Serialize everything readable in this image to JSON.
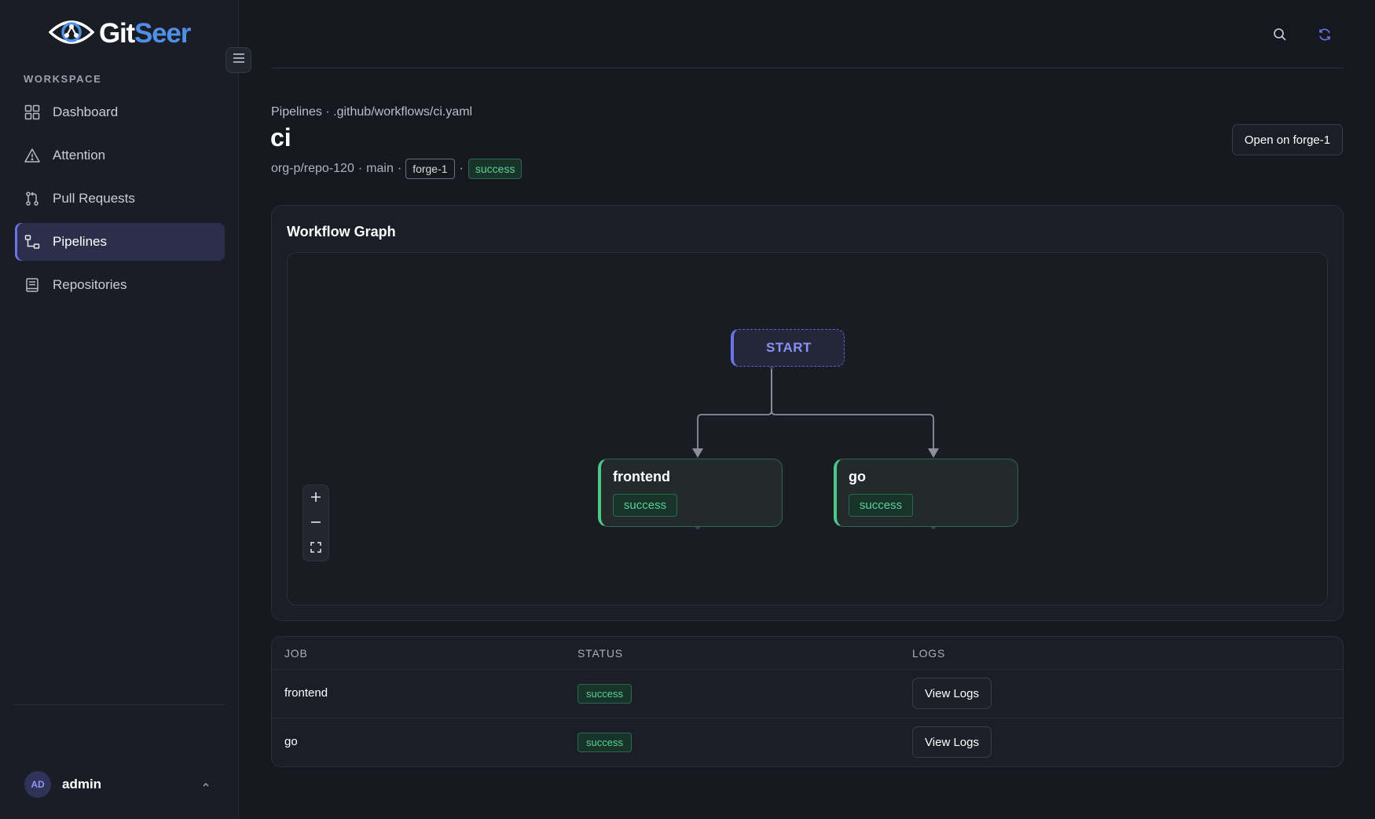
{
  "app": {
    "logo_git": "Git",
    "logo_seer": "Seer"
  },
  "sidebar": {
    "section_label": "WORKSPACE",
    "items": [
      {
        "label": "Dashboard",
        "icon": "grid-icon",
        "active": false
      },
      {
        "label": "Attention",
        "icon": "warning-triangle-icon",
        "active": false
      },
      {
        "label": "Pull Requests",
        "icon": "git-pull-request-icon",
        "active": false
      },
      {
        "label": "Pipelines",
        "icon": "pipeline-icon",
        "active": true
      },
      {
        "label": "Repositories",
        "icon": "book-icon",
        "active": false
      }
    ],
    "user": {
      "initials": "AD",
      "name": "admin"
    }
  },
  "header": {
    "breadcrumb": "Pipelines · .github/workflows/ci.yaml",
    "title": "ci",
    "repo": "org-p/repo-120",
    "sep1": "·",
    "branch": "main",
    "sep2": "·",
    "forge": "forge-1",
    "sep3": "·",
    "status": "success",
    "open_button": "Open on forge-1"
  },
  "graph": {
    "title": "Workflow Graph",
    "start_label": "START",
    "jobs": [
      {
        "name": "frontend",
        "status": "success"
      },
      {
        "name": "go",
        "status": "success"
      }
    ],
    "zoom_in": "+",
    "zoom_out": "−"
  },
  "table": {
    "columns": [
      "JOB",
      "STATUS",
      "LOGS"
    ],
    "rows": [
      {
        "job": "frontend",
        "status": "success",
        "action": "View Logs"
      },
      {
        "job": "go",
        "status": "success",
        "action": "View Logs"
      }
    ]
  },
  "colors": {
    "accent": "#6c73e8",
    "success": "#4cc889",
    "brand_blue": "#4f8fe6",
    "background": "#16181f"
  }
}
